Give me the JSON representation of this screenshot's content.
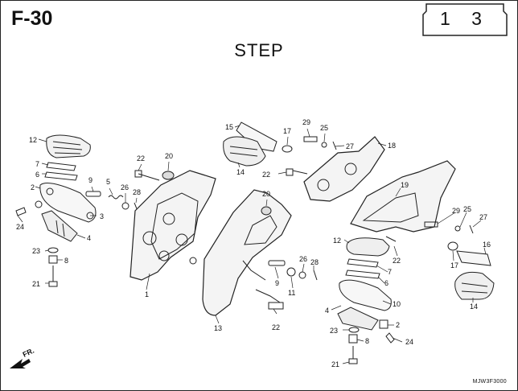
{
  "header": {
    "page_code": "F-30",
    "title": "STEP",
    "section_number": "1 3"
  },
  "footer": {
    "part_code": "MJW3F3000",
    "front_arrow_label": "FR."
  },
  "callouts": [
    "12",
    "7",
    "6",
    "2",
    "3",
    "24",
    "4",
    "23",
    "8",
    "21",
    "9",
    "5",
    "26",
    "28",
    "22",
    "20",
    "1",
    "15",
    "14",
    "17",
    "29",
    "25",
    "27",
    "18",
    "22",
    "20",
    "19",
    "13",
    "22",
    "9",
    "11",
    "26",
    "28",
    "12",
    "22",
    "7",
    "6",
    "4",
    "10",
    "2",
    "23",
    "8",
    "24",
    "21",
    "29",
    "25",
    "27",
    "17",
    "16",
    "14"
  ]
}
